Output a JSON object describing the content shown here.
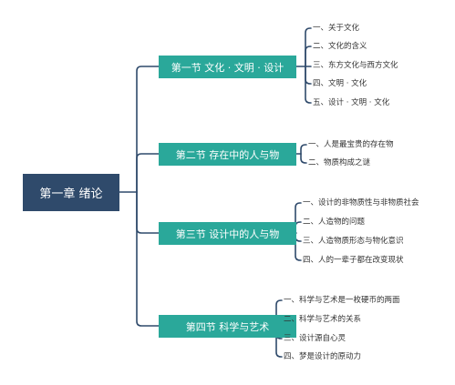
{
  "root": {
    "label": "第一章  绪论"
  },
  "sections": [
    {
      "label": "第一节  文化 · 文明 · 设计",
      "items": [
        "一、关于文化",
        "二、文化的含义",
        "三、东方文化与西方文化",
        "四、文明 · 文化",
        "五、设计 · 文明 · 文化"
      ]
    },
    {
      "label": "第二节  存在中的人与物",
      "items": [
        "一、人是最宝贵的存在物",
        "二、物质构成之谜"
      ]
    },
    {
      "label": "第三节  设计中的人与物",
      "items": [
        "一、设计的非物质性与非物质社会",
        "二、人造物的问题",
        "三、人造物质形态与物化意识",
        "四、人的一辈子都在改变现状"
      ]
    },
    {
      "label": "第四节  科学与艺术",
      "items": [
        "一、科学与艺术是一枚硬币的两面",
        "二、科学与艺术的关系",
        "三、设计源自心灵",
        "四、梦是设计的原动力"
      ]
    }
  ],
  "colors": {
    "root": "#2f4a6b",
    "section": "#2aa89a",
    "connector": "#2f4a6b"
  }
}
